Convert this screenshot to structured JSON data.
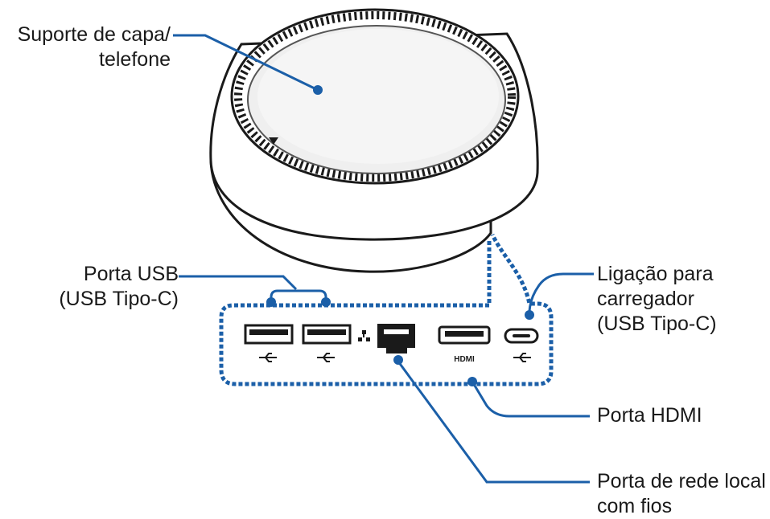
{
  "colors": {
    "callout": "#1b5fa8",
    "outline": "#1a1a1a",
    "background": "#ffffff"
  },
  "labels": {
    "holder": [
      "Suporte de capa/",
      "telefone"
    ],
    "usb_port": [
      "Porta USB",
      "(USB Tipo-C)"
    ],
    "charger": [
      "Ligação para",
      "carregador",
      "(USB Tipo-C)"
    ],
    "hdmi_port": [
      "Porta HDMI"
    ],
    "lan_port": [
      "Porta de rede local",
      "com fios"
    ]
  },
  "port_marks": {
    "hdmi": "HDMI"
  }
}
